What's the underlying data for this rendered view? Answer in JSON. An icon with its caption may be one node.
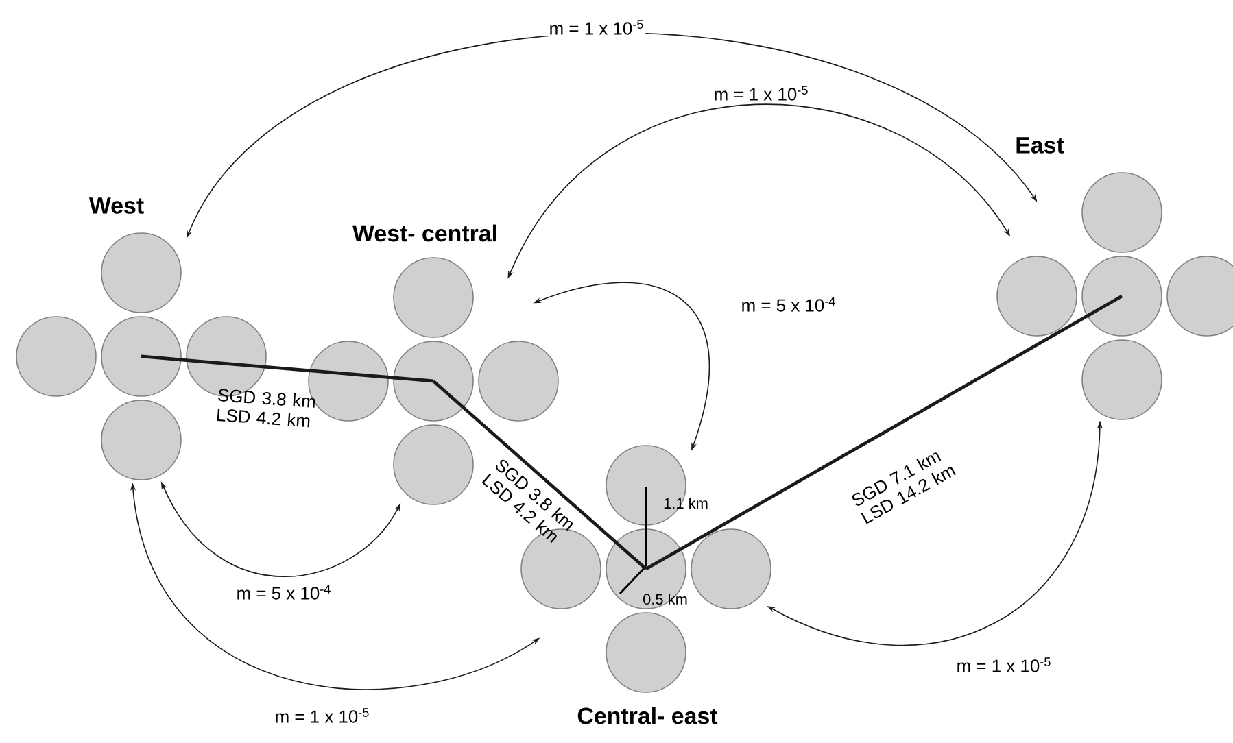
{
  "diagram": {
    "nodes": [
      {
        "text": [
          "West"
        ]
      },
      {
        "text": [
          "West- central"
        ]
      },
      {
        "text": [
          "Central- east"
        ]
      },
      {
        "text": [
          "East"
        ]
      }
    ],
    "edges": [
      {
        "from": 0,
        "to": 3,
        "arrow": "both",
        "label": "m = 1 x 10$^{-5}$"
      },
      {
        "from": 1,
        "to": 3,
        "arrow": "both",
        "label": "m = 1 x 10$^{-5}$"
      },
      {
        "from": 1,
        "to": 2,
        "arrow": "both",
        "label": "m = 5 x 10$^{-4}$"
      },
      {
        "from": 0,
        "to": 1,
        "arrow": "both",
        "label": "m = 5 x 10$^{-4}$"
      },
      {
        "from": 0,
        "to": 2,
        "arrow": "both",
        "label": "m = 1 x 10$^{-5}$"
      },
      {
        "from": 2,
        "to": 3,
        "arrow": "both",
        "label": "m = 1 x 10$^{-5}$"
      },
      {
        "from": 0,
        "to": 1,
        "arrow": "none",
        "style": "thick",
        "label": "SGD 3.8 km LSD 4.2 km"
      },
      {
        "from": 1,
        "to": 2,
        "arrow": "none",
        "style": "thick",
        "label": "SGD 3.8 km LSD 4.2 km"
      },
      {
        "from": 2,
        "to": 3,
        "arrow": "none",
        "style": "thick",
        "label": "SGD 7.1 km LSD 14.2 km"
      }
    ],
    "labels": [
      "1.1 km",
      "0.5 km"
    ]
  }
}
